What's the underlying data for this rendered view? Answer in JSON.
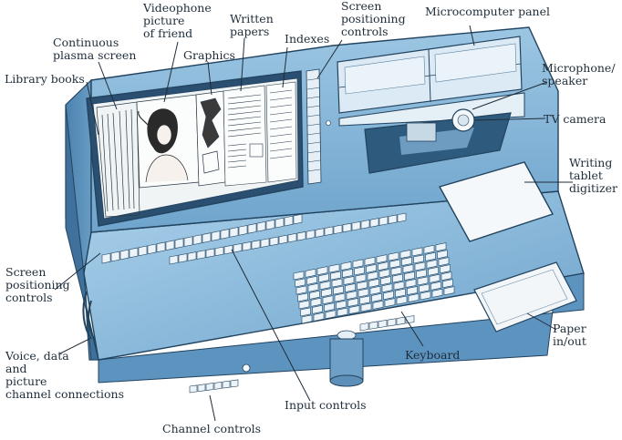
{
  "labels": {
    "microcomputer_panel": "Microcomputer panel",
    "videophone": [
      "Videophone",
      "picture",
      "of friend"
    ],
    "written_papers": [
      "Written",
      "papers"
    ],
    "screen_positioning_top": [
      "Screen",
      "positioning",
      "controls"
    ],
    "continuous_plasma": [
      "Continuous",
      "plasma screen"
    ],
    "graphics": "Graphics",
    "indexes": "Indexes",
    "library_books": "Library books",
    "microphone_speaker": [
      "Microphone/",
      "speaker"
    ],
    "tv_camera": "TV camera",
    "writing_tablet": [
      "Writing",
      "tablet",
      "digitizer"
    ],
    "screen_positioning_left": [
      "Screen",
      "positioning",
      "controls"
    ],
    "voice_data": [
      "Voice, data",
      "and",
      "picture",
      "channel connections"
    ],
    "keyboard": "Keyboard",
    "paper_in_out": [
      "Paper",
      "in/out"
    ],
    "input_controls": "Input controls",
    "channel_controls": "Channel controls"
  },
  "colors": {
    "body": "#7fb1d6",
    "body_dark": "#4f87b5",
    "body_light": "#b6d6ec",
    "outline": "#22435f",
    "screen": "#eef2f4",
    "ink": "#1f2d3a"
  }
}
